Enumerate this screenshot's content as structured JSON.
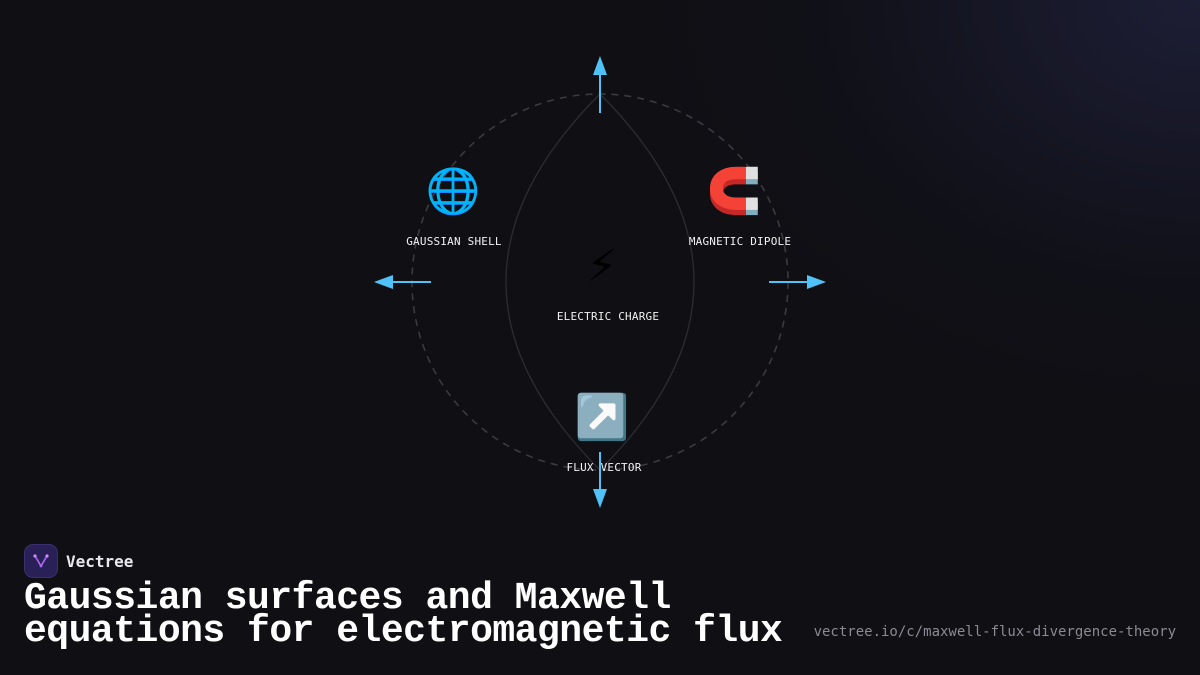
{
  "brand": {
    "name": "Vectree",
    "logo_icon": "vectree-logo-icon"
  },
  "title": "Gaussian surfaces and Maxwell equations for electromagnetic flux",
  "url": "vectree.io/c/maxwell-flux-divergence-theory",
  "diagram": {
    "nodes": [
      {
        "id": "gaussian-shell",
        "label": "GAUSSIAN SHELL",
        "icon": "🌐",
        "icon_name": "globe-icon"
      },
      {
        "id": "magnetic-dipole",
        "label": "MAGNETIC DIPOLE",
        "icon": "🧲",
        "icon_name": "magnet-icon"
      },
      {
        "id": "electric-charge",
        "label": "ELECTRIC CHARGE",
        "icon": "⚡",
        "icon_name": "lightning-icon"
      },
      {
        "id": "flux-vector",
        "label": "FLUX VECTOR",
        "icon": "↗️",
        "icon_name": "arrow-up-right-icon"
      }
    ]
  },
  "colors": {
    "background": "#0f0f14",
    "arrow": "#4fc3f7",
    "circle": "#3a3a3f",
    "text": "#ffffff",
    "url": "#8a8a94",
    "brand_logo_bg": "#2a2058"
  }
}
